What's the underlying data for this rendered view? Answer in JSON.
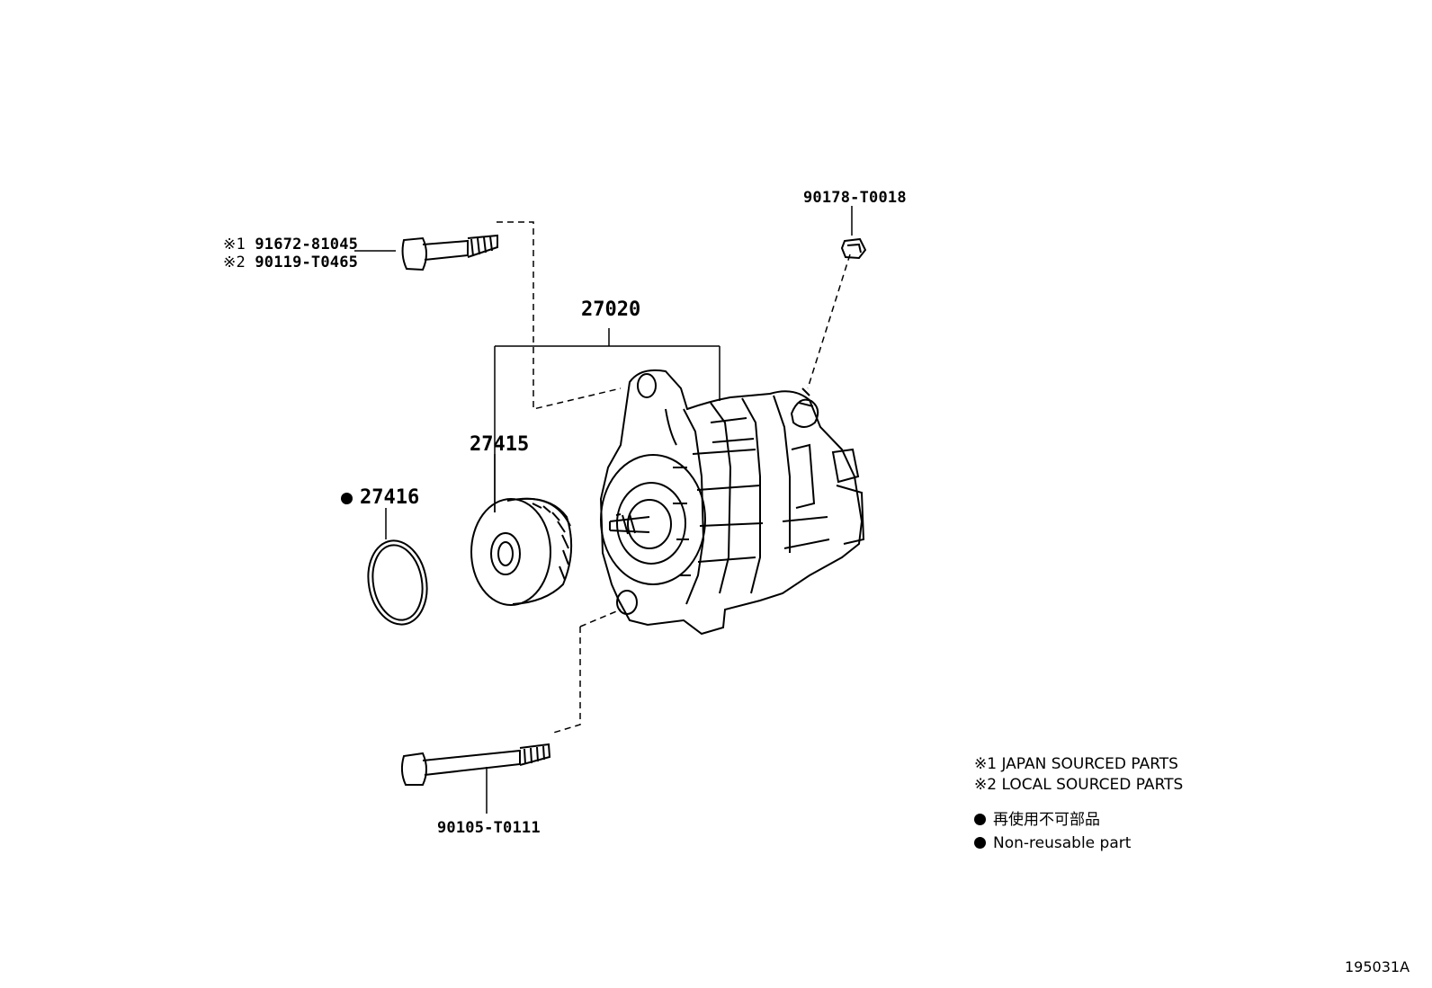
{
  "bolt_top": {
    "mark1": "※1",
    "part1": "91672-81045",
    "mark2": "※2",
    "part2": "90119-T0465"
  },
  "cap_part": "90178-T0018",
  "alternator_assy": "27020",
  "pulley": "27415",
  "oring": "27416",
  "bolt_bottom": "90105-T0111",
  "legend": {
    "line1": "※1 JAPAN SOURCED PARTS",
    "line2": "※2 LOCAL SOURCED PARTS",
    "line3": "再使用不可部品",
    "line4": "Non-reusable part"
  },
  "figure_id": "195031A"
}
